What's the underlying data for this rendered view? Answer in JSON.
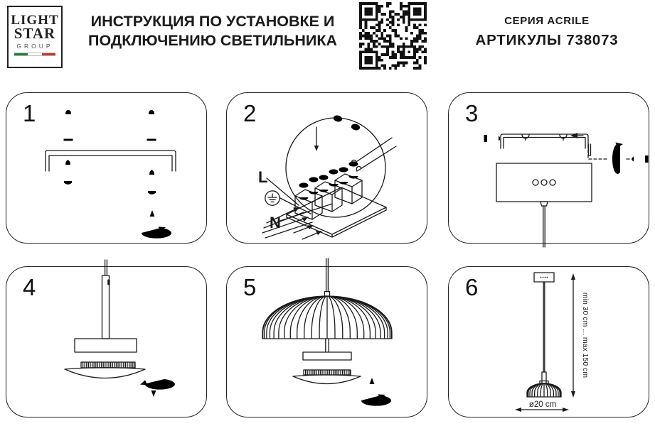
{
  "header": {
    "logo": {
      "line1": "LIGHT",
      "line2": "STAR",
      "line3": "GROUP"
    },
    "title": {
      "line1": "ИНСТРУКЦИЯ ПО УСТАНОВКЕ И",
      "line2": "ПОДКЛЮЧЕНИЮ СВЕТИЛЬНИКА"
    },
    "series": "СЕРИЯ ACRILE",
    "article": "АРТИКУЛЫ 738073"
  },
  "panels": {
    "p1": {
      "number": "1"
    },
    "p2": {
      "number": "2",
      "label_live": "L",
      "label_neutral": "N"
    },
    "p3": {
      "number": "3"
    },
    "p4": {
      "number": "4"
    },
    "p5": {
      "number": "5"
    },
    "p6": {
      "number": "6",
      "height_range": "min 30 cm ... max 150 cm",
      "diameter": "ø20 cm"
    }
  },
  "colors": {
    "ink": "#1a1a1a",
    "flag_green": "#1e7e34",
    "flag_white": "#ffffff",
    "flag_red": "#c0392b"
  }
}
